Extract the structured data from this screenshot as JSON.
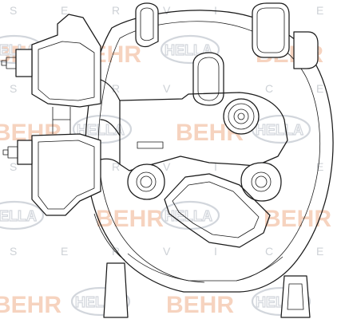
{
  "watermark": {
    "brand_behr": "BEHR",
    "brand_hella": "HELLA",
    "service_letters": [
      "S",
      "E",
      "R",
      "V",
      "I",
      "C",
      "E"
    ],
    "colors": {
      "behr": "#f6d3bf",
      "hella": "#d2d6dc",
      "service": "#cdd1d6"
    }
  },
  "drawing": {
    "subject": "ac-compressor-line-drawing",
    "line_color": "#1a1a1a"
  }
}
